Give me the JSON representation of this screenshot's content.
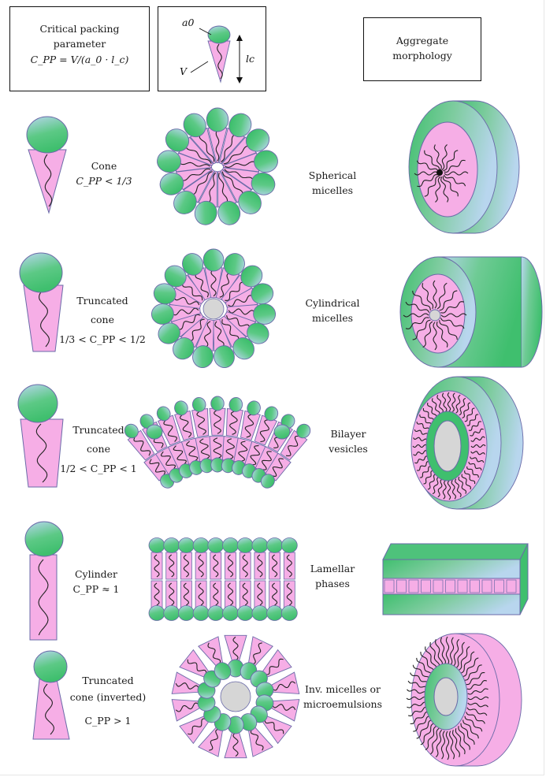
{
  "header": {
    "cpp_box": {
      "line1": "Critical packing",
      "line2": "parameter",
      "formula": "C_PP = V/(a_0 · l_c)"
    },
    "geometry": {
      "a0": "a0",
      "V": "V",
      "lc": "lc"
    },
    "morph_box": {
      "line1": "Aggregate",
      "line2": "morphology"
    }
  },
  "rows": [
    {
      "shape": [
        "Cone"
      ],
      "cpp": "C_PP < 1/3",
      "morphology": [
        "Spherical",
        "micelles"
      ]
    },
    {
      "shape": [
        "Truncated",
        "cone"
      ],
      "cpp": "1/3 < C_PP < 1/2",
      "morphology": [
        "Cylindrical",
        "micelles"
      ]
    },
    {
      "shape": [
        "Truncated",
        "cone"
      ],
      "cpp": "1/2 < C_PP < 1",
      "morphology": [
        "Bilayer",
        "vesicles"
      ]
    },
    {
      "shape": [
        "Cylinder"
      ],
      "cpp": "C_PP ≈ 1",
      "morphology": [
        "Lamellar",
        "phases"
      ]
    },
    {
      "shape": [
        "Truncated",
        "cone (inverted)"
      ],
      "cpp": "C_PP > 1",
      "morphology": [
        "Inv. micelles or",
        "microemulsions"
      ]
    }
  ],
  "colors": {
    "head_green": "#3fbf6e",
    "head_blue": "#b8d6ee",
    "tail_pink": "#f6aee6",
    "outline": "#6a6aa8",
    "core_gray": "#d6d6d6"
  }
}
